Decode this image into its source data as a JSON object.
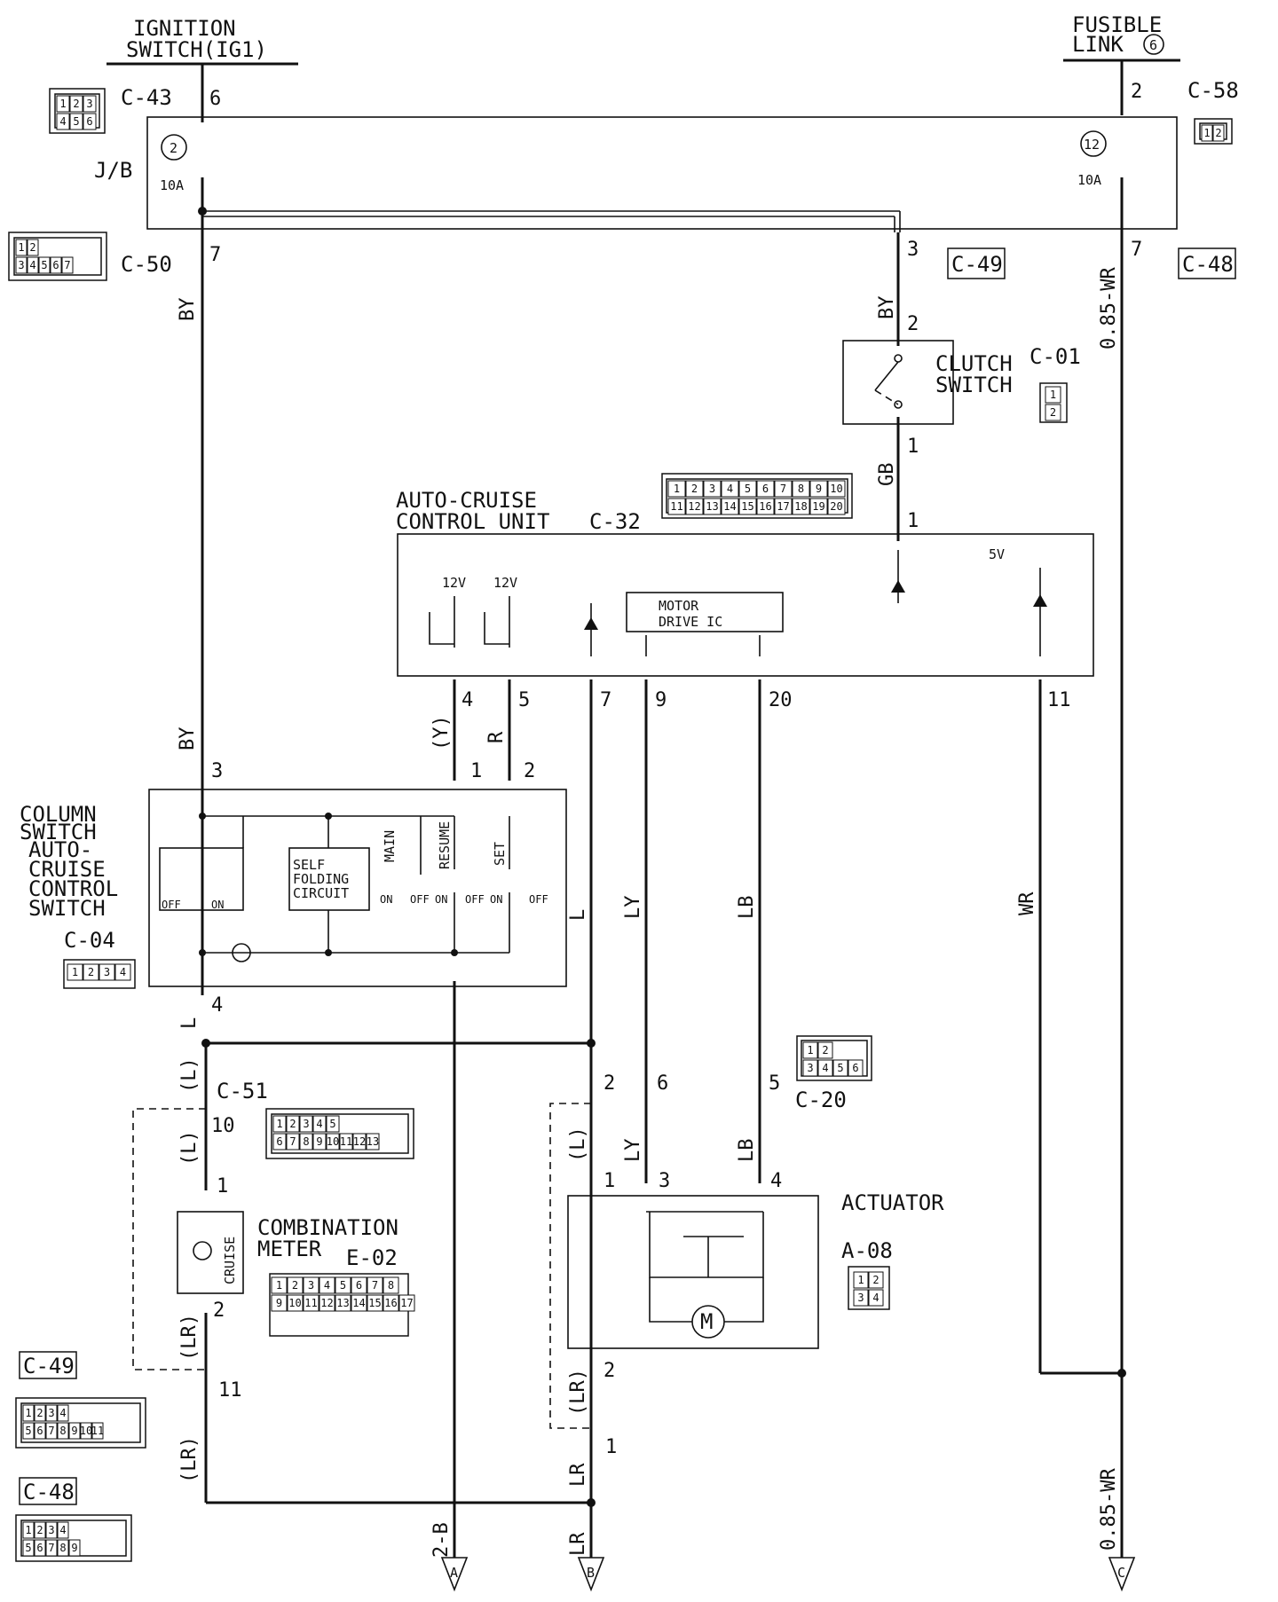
{
  "sources": {
    "ignition": {
      "line1": "IGNITION",
      "line2": "SWITCH(IG1)"
    },
    "fusible": {
      "line1": "FUSIBLE",
      "line2": "LINK",
      "num": "6"
    }
  },
  "connectors": {
    "c43": "C-43",
    "c58": "C-58",
    "c50": "C-50",
    "c49": "C-49",
    "c48": "C-48",
    "c01": "C-01",
    "c32": "C-32",
    "c04": "C-04",
    "c51": "C-51",
    "c20": "C-20",
    "a08": "A-08",
    "e02": "E-02",
    "legend_c49": "C-49",
    "legend_c48": "C-48"
  },
  "connector_pins": {
    "c43": [
      "1",
      "2",
      "3",
      "4",
      "5",
      "6"
    ],
    "c58": [
      "1",
      "2"
    ],
    "c50": [
      "1",
      "2",
      "3",
      "4",
      "5",
      "6",
      "7"
    ],
    "c01": [
      "1",
      "2"
    ],
    "c32": [
      "1",
      "2",
      "3",
      "4",
      "5",
      "6",
      "7",
      "8",
      "9",
      "10",
      "11",
      "12",
      "13",
      "14",
      "15",
      "16",
      "17",
      "18",
      "19",
      "20"
    ],
    "c04": [
      "1",
      "2",
      "3",
      "4"
    ],
    "c51": [
      "1",
      "2",
      "3",
      "4",
      "5",
      "6",
      "7",
      "8",
      "9",
      "10",
      "11",
      "12",
      "13"
    ],
    "c20": [
      "1",
      "2",
      "3",
      "4",
      "5",
      "6"
    ],
    "a08": [
      "1",
      "2",
      "3",
      "4"
    ],
    "e02": [
      "1",
      "2",
      "3",
      "4",
      "5",
      "6",
      "7",
      "8",
      "9",
      "10",
      "11",
      "12",
      "13",
      "14",
      "15",
      "16",
      "17"
    ],
    "c49": [
      "1",
      "2",
      "3",
      "4",
      "5",
      "6",
      "7",
      "8",
      "9",
      "10",
      "11"
    ],
    "c48": [
      "1",
      "2",
      "3",
      "4",
      "5",
      "6",
      "7",
      "8",
      "9"
    ]
  },
  "jb": {
    "label": "J/B",
    "fuse_left_num": "2",
    "fuse_left_amp": "10A",
    "fuse_right_num": "12",
    "fuse_right_amp": "10A"
  },
  "pins": {
    "ig6": "6",
    "fl2": "2",
    "jb7": "7",
    "jb3": "3",
    "fl7": "7",
    "cl2": "2",
    "cl1": "1",
    "u1": "1",
    "u4": "4",
    "u5": "5",
    "u7": "7",
    "u9": "9",
    "u20": "20",
    "u11": "11",
    "cs1": "1",
    "cs2": "2",
    "cs3": "3",
    "cs4": "4",
    "m10": "10",
    "m1": "1",
    "m2": "2",
    "m11": "11",
    "c20_2": "2",
    "c20_6": "6",
    "c20_5": "5",
    "a1": "1",
    "a3": "3",
    "a4": "4",
    "a2": "2",
    "b1": "1"
  },
  "wires": {
    "by1": "BY",
    "by2": "BY",
    "by3": "BY",
    "wr1": "0.85-WR",
    "wr2": "0.85-WR",
    "gb": "GB",
    "y": "(Y)",
    "r": "R",
    "l1": "L",
    "l2": "L",
    "l_p1": "(L)",
    "l_p2": "(L)",
    "lr_p1": "(LR)",
    "lr_p2": "(LR)",
    "lr1": "LR",
    "lr2": "LR",
    "ly1": "LY",
    "ly2": "LY",
    "lb1": "LB",
    "lb2": "LB",
    "wr3": "WR",
    "l_act": "(L)",
    "lr_act": "(LR)",
    "twob": "2-B"
  },
  "components": {
    "clutch": {
      "line1": "CLUTCH",
      "line2": "SWITCH"
    },
    "unit": {
      "line1": "AUTO-CRUISE",
      "line2": "CONTROL UNIT",
      "v1": "12V",
      "v2": "12V",
      "v3": "5V",
      "ic1": "MOTOR",
      "ic2": "DRIVE IC"
    },
    "column": {
      "l1": "COLUMN",
      "l2": "SWITCH",
      "l3": "AUTO-",
      "l4": "CRUISE",
      "l5": "CONTROL",
      "l6": "SWITCH"
    },
    "switch": {
      "off": "OFF",
      "on": "ON",
      "self1": "SELF",
      "self2": "FOLDING",
      "self3": "CIRCUIT",
      "main": "MAIN",
      "resume": "RESUME",
      "set": "SET",
      "on1": "ON",
      "off1": "OFF",
      "on2": "ON",
      "off2": "OFF",
      "on3": "ON",
      "off3": "OFF"
    },
    "meter": {
      "l1": "COMBINATION",
      "l2": "METER",
      "cruise": "CRUISE"
    },
    "actuator": {
      "label": "ACTUATOR",
      "motor": "M"
    }
  },
  "grounds": {
    "a": "A",
    "b": "B",
    "c": "C"
  }
}
